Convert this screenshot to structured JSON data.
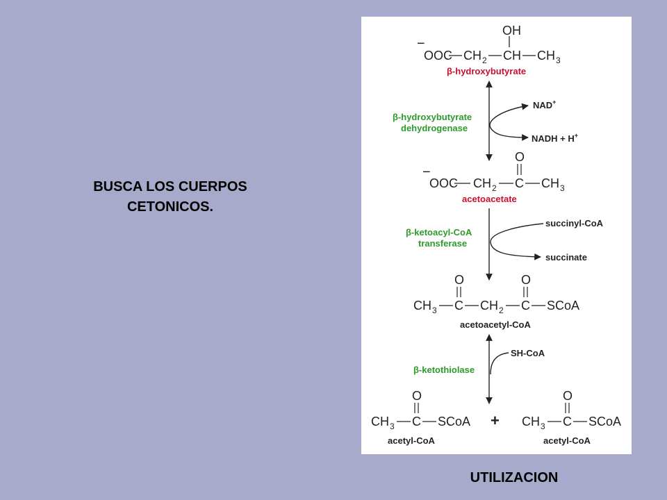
{
  "slide": {
    "title_line1": "BUSCA LOS CUERPOS",
    "title_line2": "CETONICOS.",
    "footer": "UTILIZACION"
  },
  "pathway": {
    "compound1": {
      "charge": "−",
      "formula": "OOC",
      "ch2": "CH",
      "ch": "CH",
      "ch3": "CH",
      "sub2": "2",
      "sub3": "3",
      "substituent": "OH",
      "name": "β-hydroxybutyrate"
    },
    "step1": {
      "enzyme_line1": "β-hydroxybutyrate",
      "enzyme_line2": "dehydrogenase",
      "cofactor_in": "NAD",
      "cofactor_in_sup": "+",
      "cofactor_out": "NADH + H",
      "cofactor_out_sup": "+"
    },
    "compound2": {
      "charge": "−",
      "formula": "OOC",
      "ch2": "CH",
      "c": "C",
      "ch3": "CH",
      "sub2": "2",
      "sub3": "3",
      "oxygen": "O",
      "name": "acetoacetate"
    },
    "step2": {
      "enzyme_line1": "β-ketoacyl-CoA",
      "enzyme_line2": "transferase",
      "cofactor_in": "succinyl-CoA",
      "cofactor_out": "succinate"
    },
    "compound3": {
      "ch3": "CH",
      "sub3": "3",
      "c1": "C",
      "ch2": "CH",
      "sub2": "2",
      "c2": "C",
      "scoa": "SCoA",
      "oxygen1": "O",
      "oxygen2": "O",
      "name": "acetoacetyl-CoA"
    },
    "step3": {
      "enzyme": "β-ketothiolase",
      "cofactor_in": "SH-CoA"
    },
    "products": {
      "left_ch3": "CH",
      "left_sub3": "3",
      "left_c": "C",
      "left_scoa": "SCoA",
      "left_oxygen": "O",
      "left_name": "acetyl-CoA",
      "plus": "+",
      "right_ch3": "CH",
      "right_sub3": "3",
      "right_c": "C",
      "right_scoa": "SCoA",
      "right_oxygen": "O",
      "right_name": "acetyl-CoA"
    }
  },
  "colors": {
    "background": "#a8aacb",
    "panel": "#ffffff",
    "compound_label": "#c8102e",
    "enzyme_label": "#2e9a2e",
    "text": "#222222"
  }
}
